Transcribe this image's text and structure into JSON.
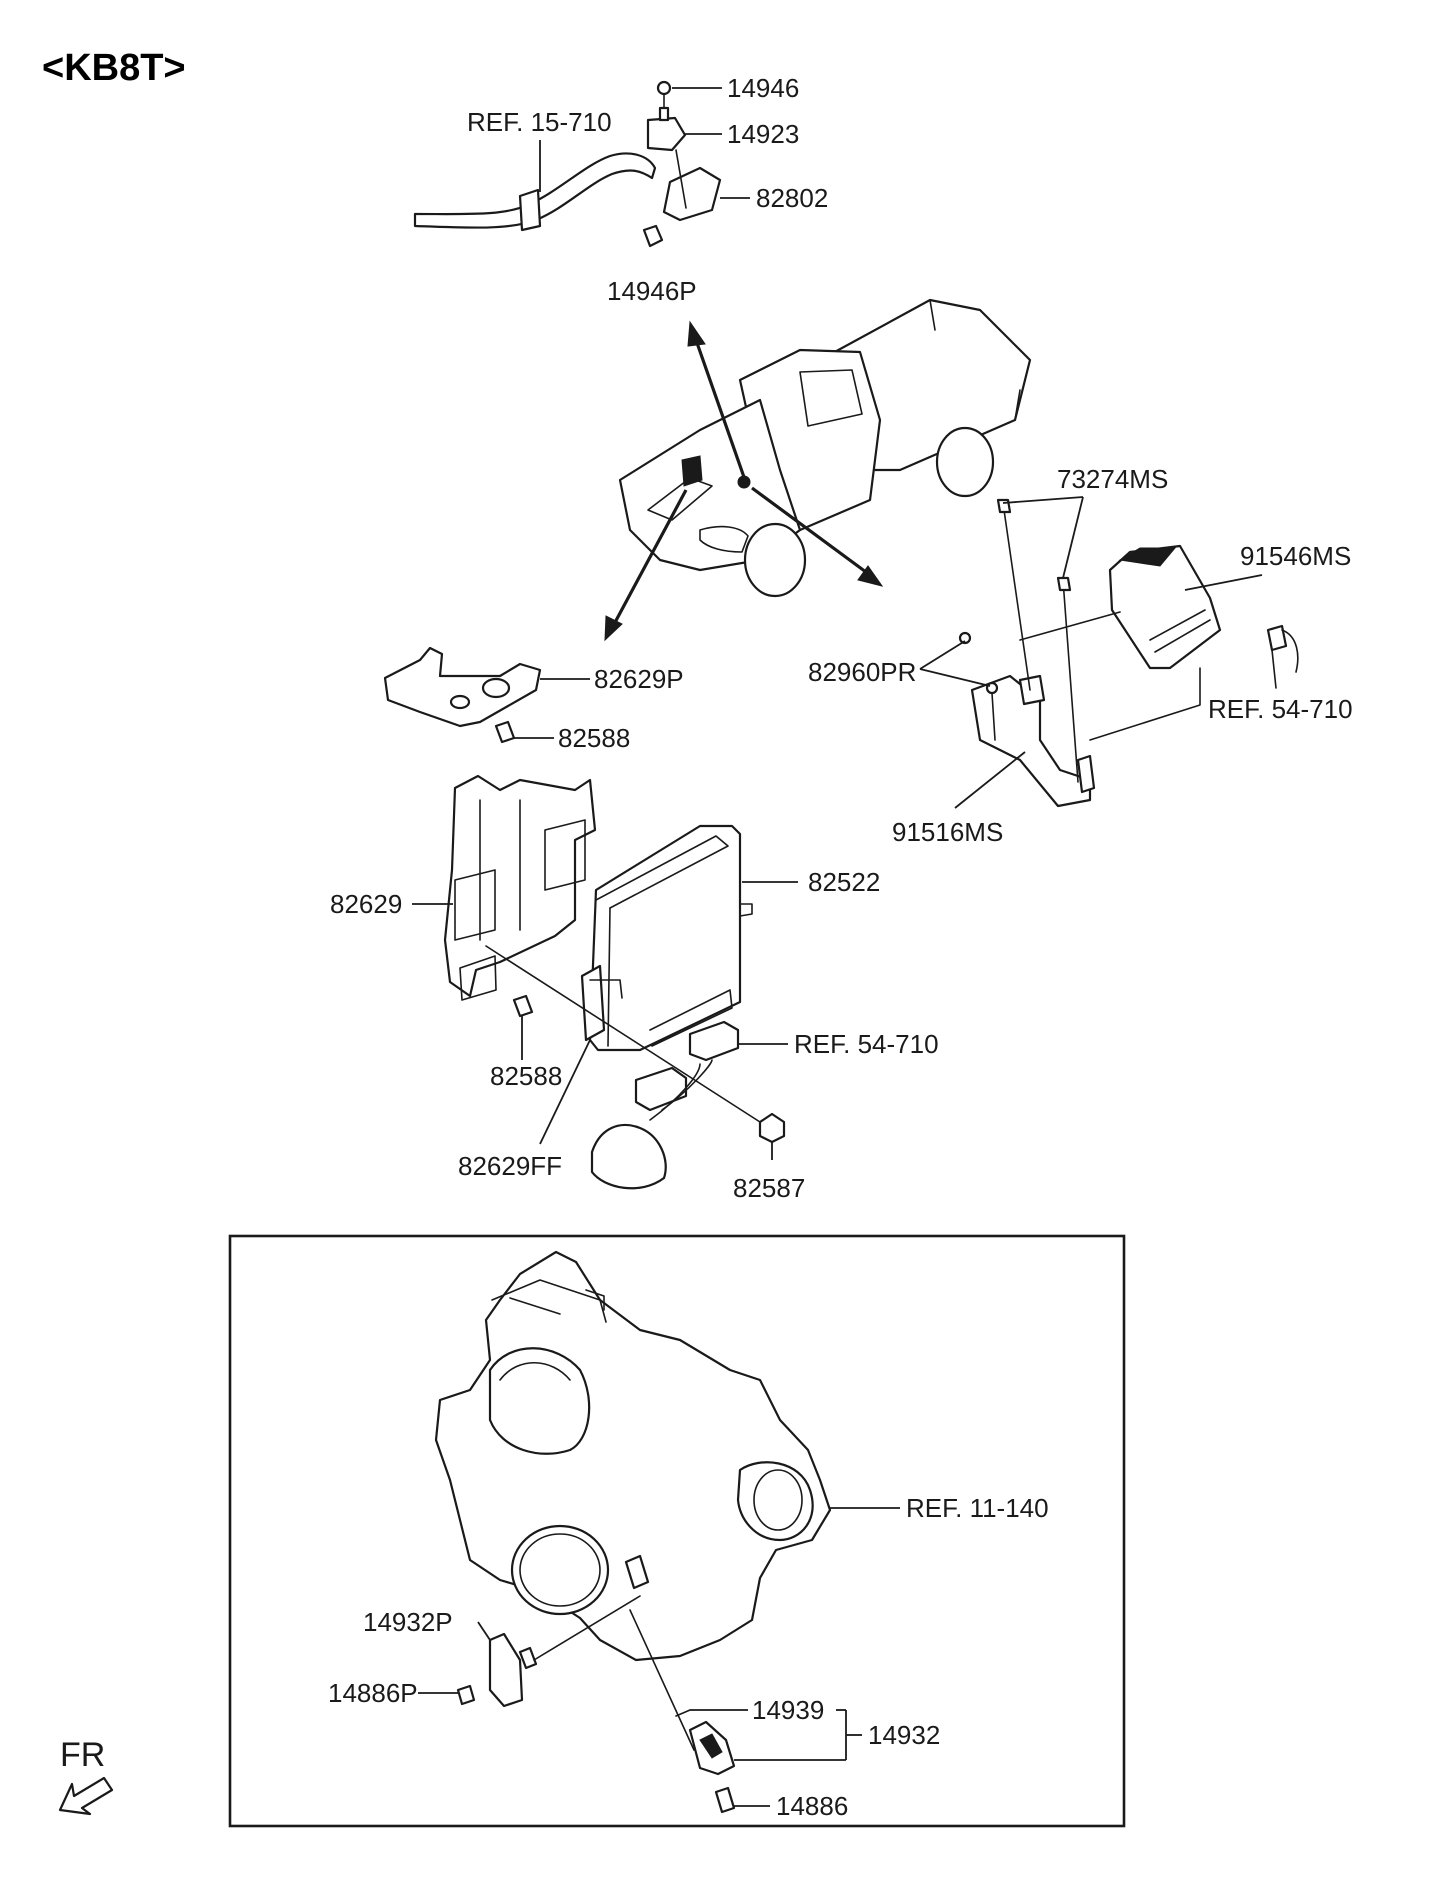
{
  "title": "<KB8T>",
  "direction_label": "FR",
  "labels": {
    "p14946": "14946",
    "p14923": "14923",
    "ref15710": "REF. 15-710",
    "p82802": "82802",
    "p14946p": "14946P",
    "p73274ms": "73274MS",
    "p91546ms": "91546MS",
    "p82960pr": "82960PR",
    "ref54710_top": "REF. 54-710",
    "p91516ms": "91516MS",
    "p82629p": "82629P",
    "p82588_top": "82588",
    "p82522": "82522",
    "p82629": "82629",
    "ref54710_mid": "REF. 54-710",
    "p82588_bottom": "82588",
    "p82629ff": "82629FF",
    "p82587": "82587",
    "ref11140": "REF. 11-140",
    "p14932p": "14932P",
    "p14886p": "14886P",
    "p14939": "14939",
    "p14932": "14932",
    "p14886": "14886"
  }
}
